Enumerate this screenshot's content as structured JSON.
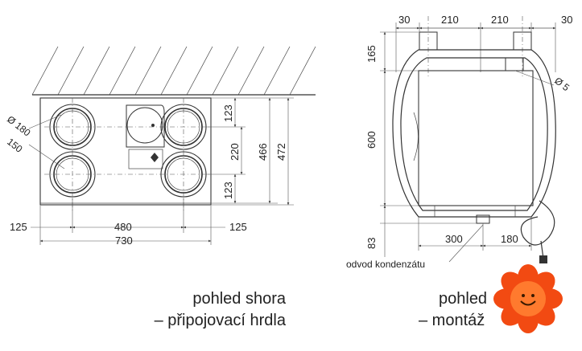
{
  "top_view": {
    "dims": {
      "d_outer": "Ø 180",
      "d_inner": "150",
      "left_offset": "125",
      "spacing": "480",
      "right_offset": "125",
      "width": "730",
      "top_to_center": "123",
      "center_to_center": "220",
      "bottom_to_center": "123",
      "depth_inner": "466",
      "depth_total": "472"
    },
    "caption_line1": "pohled shora",
    "caption_line2": "– připojovací hrdla"
  },
  "front_view": {
    "dims": {
      "top_30_left": "30",
      "top_210_left": "210",
      "top_210_right": "210",
      "top_30_right": "30",
      "left_165": "165",
      "left_600": "600",
      "left_83": "83",
      "bottom_300": "300",
      "bottom_180": "180",
      "hole": "Ø 5"
    },
    "drain_label": "odvod kondenzátu",
    "caption_line1": "pohled",
    "caption_line2": "– montáž"
  },
  "colors": {
    "line": "#333333",
    "badge_orange": "#f24a12",
    "badge_light": "#ff7a2e"
  },
  "badge_icon": "smiling-flower-icon"
}
